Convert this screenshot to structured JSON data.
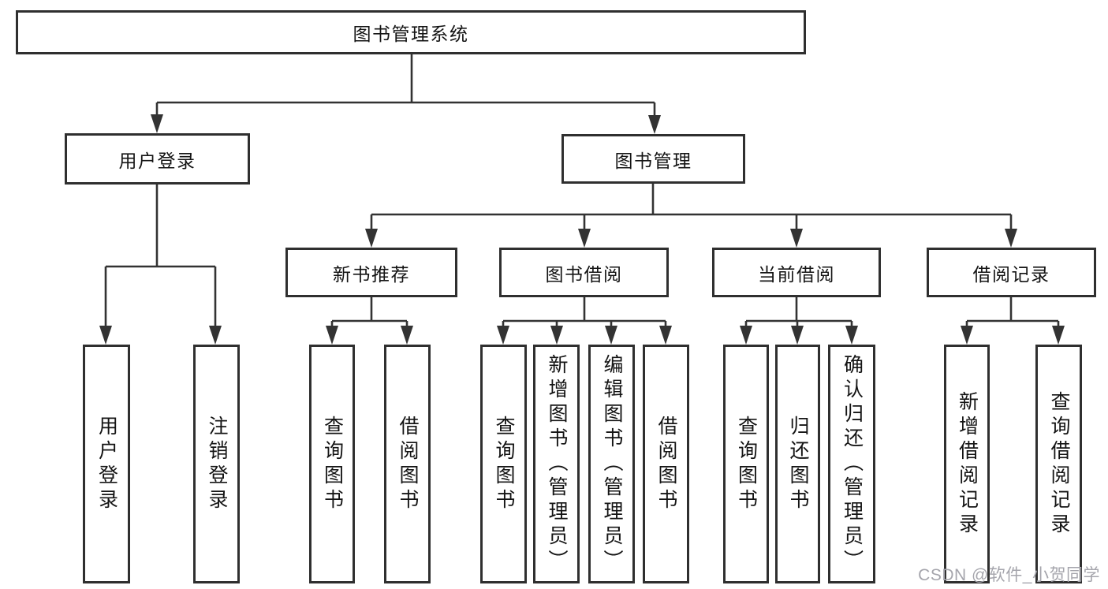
{
  "diagram": {
    "title": "图书管理系统",
    "level2": [
      {
        "label": "用户登录"
      },
      {
        "label": "图书管理"
      }
    ],
    "level3": [
      {
        "label": "新书推荐"
      },
      {
        "label": "图书借阅"
      },
      {
        "label": "当前借阅"
      },
      {
        "label": "借阅记录"
      }
    ],
    "leaves": [
      {
        "label": "用户登录"
      },
      {
        "label": "注销登录"
      },
      {
        "label": "查询图书"
      },
      {
        "label": "借阅图书"
      },
      {
        "label": "查询图书"
      },
      {
        "label": "新增图书（管理员）"
      },
      {
        "label": "编辑图书（管理员）"
      },
      {
        "label": "借阅图书"
      },
      {
        "label": "查询图书"
      },
      {
        "label": "归还图书"
      },
      {
        "label": "确认归还（管理员）"
      },
      {
        "label": "新增借阅记录"
      },
      {
        "label": "查询借阅记录"
      }
    ]
  },
  "watermark": {
    "text": "CSDN @软件_小贺同学"
  },
  "colors": {
    "background": "#ffffff",
    "border": "#2f2f2f",
    "line": "#333333",
    "text": "#141414",
    "watermark": "#a5a5ac"
  }
}
